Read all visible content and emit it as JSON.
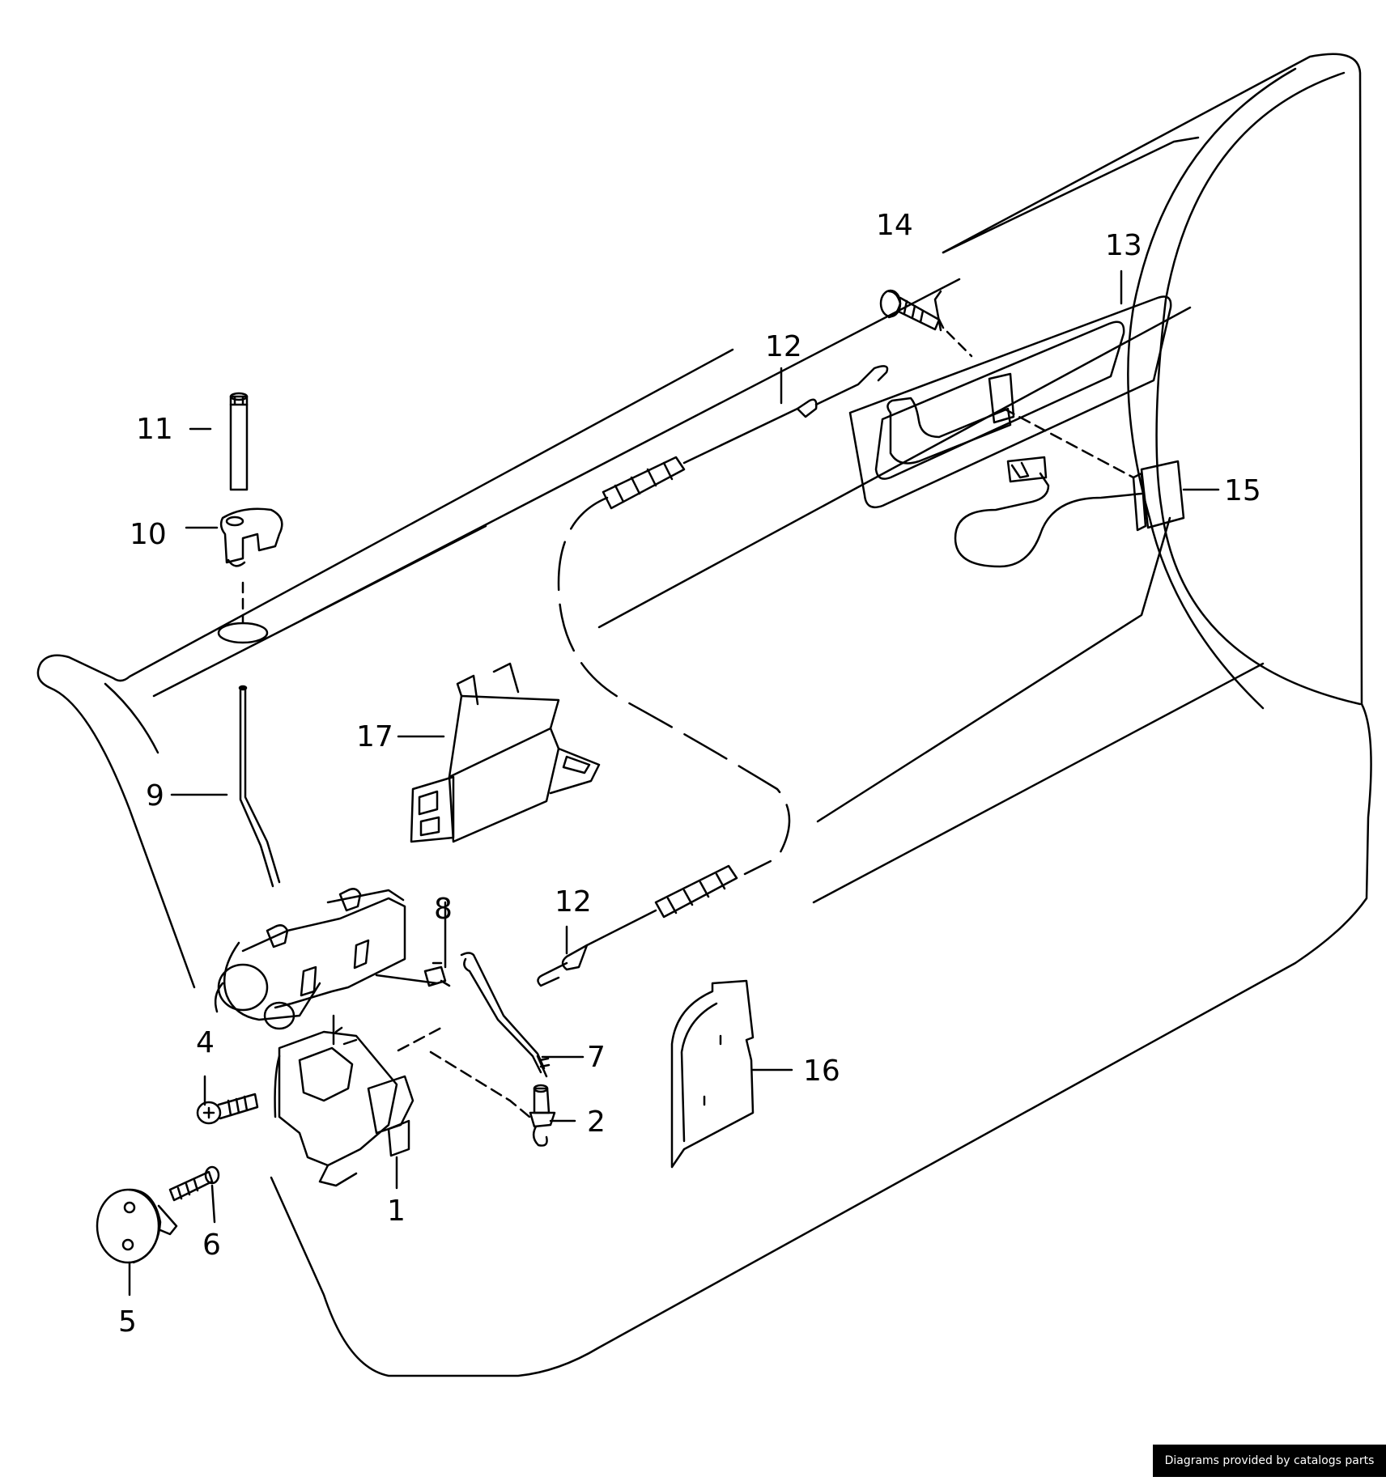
{
  "callouts": {
    "c1": "1",
    "c2": "2",
    "c4": "4",
    "c5": "5",
    "c6": "6",
    "c7": "7",
    "c8": "8",
    "c9": "9",
    "c10": "10",
    "c11": "11",
    "c12a": "12",
    "c12b": "12",
    "c13": "13",
    "c14": "14",
    "c15": "15",
    "c16": "16",
    "c17": "17"
  },
  "footer": {
    "text": "Diagrams provided by catalogs parts"
  }
}
